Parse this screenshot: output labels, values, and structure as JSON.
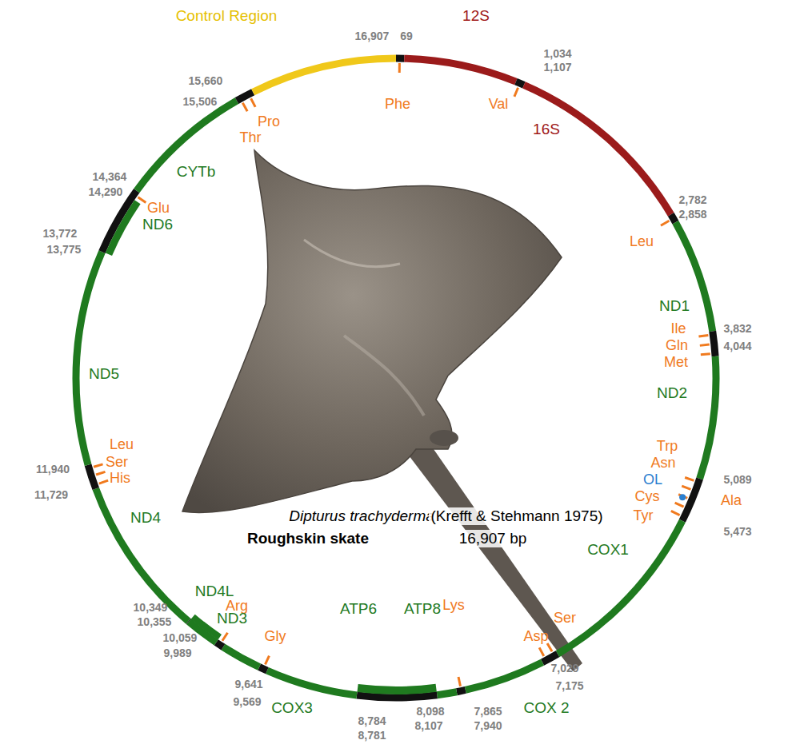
{
  "diagram": {
    "labels": [
      "Control Region",
      "16,907",
      "69",
      "12S",
      "1,034",
      "1,107",
      "Phe",
      "Val",
      "16S",
      "15,660",
      "15,506",
      "Pro",
      "Thr",
      "CYTb",
      "14,364",
      "14,290",
      "Glu",
      "ND6",
      "13,772",
      "13,775",
      "2,782",
      "2,858",
      "Leu",
      "ND1",
      "Ile",
      "3,832",
      "Gln",
      "Met",
      "4,044",
      "ND2",
      "ND5",
      "Trp",
      "Asn",
      "OL",
      "5,089",
      "Cys",
      "Ala",
      "Tyr",
      "5,473",
      "Leu",
      "Ser",
      "His",
      "11,940",
      "11,729",
      "ND4",
      "Dipturus trachyderma",
      "(Krefft & Stehmann 1975)",
      "Roughskin skate",
      "16,907 bp",
      "COX1",
      "ND4L",
      "Arg",
      "ND3",
      "Gly",
      "Lys",
      "Ser",
      "Asp",
      "ATP6",
      "ATP8",
      "10,349",
      "10,355",
      "10,059",
      "9,989",
      "9,641",
      "9,569",
      "COX3",
      "8,784",
      "8,781",
      "8,098",
      "8,107",
      "7,865",
      "7,940",
      "COX 2",
      "7,029",
      "7,175"
    ]
  }
}
